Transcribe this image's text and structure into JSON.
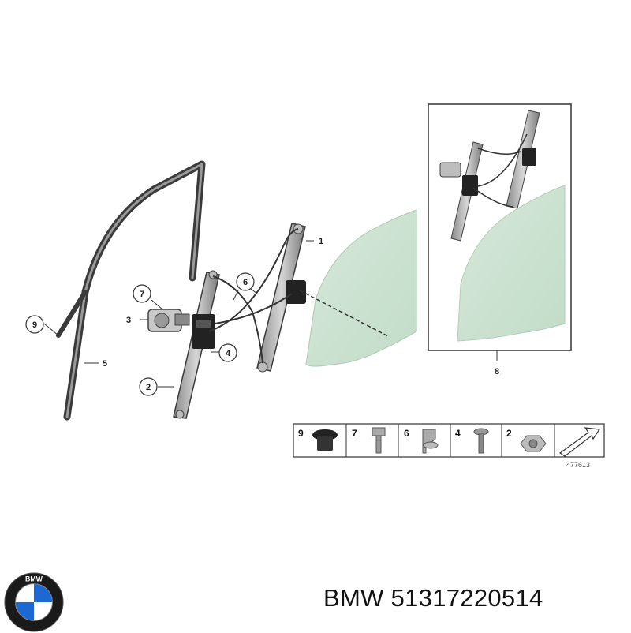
{
  "diagram": {
    "callouts": [
      {
        "id": "c1",
        "label": "1"
      },
      {
        "id": "c2",
        "label": "2"
      },
      {
        "id": "c3",
        "label": "3"
      },
      {
        "id": "c4",
        "label": "4"
      },
      {
        "id": "c5",
        "label": "5"
      },
      {
        "id": "c6",
        "label": "6"
      },
      {
        "id": "c7",
        "label": "7"
      },
      {
        "id": "c8",
        "label": "8"
      },
      {
        "id": "c9",
        "label": "9"
      }
    ],
    "hardware_strip": [
      {
        "label": "9"
      },
      {
        "label": "7"
      },
      {
        "label": "6"
      },
      {
        "label": "4"
      },
      {
        "label": "2"
      }
    ],
    "reference_number": "477613"
  },
  "caption": {
    "brand": "BMW",
    "part_number": "51317220514"
  },
  "logo": {
    "text": "BMW",
    "colors": {
      "blue": "#1c69d4",
      "white": "#ffffff",
      "ring": "#1a1a1a"
    }
  }
}
